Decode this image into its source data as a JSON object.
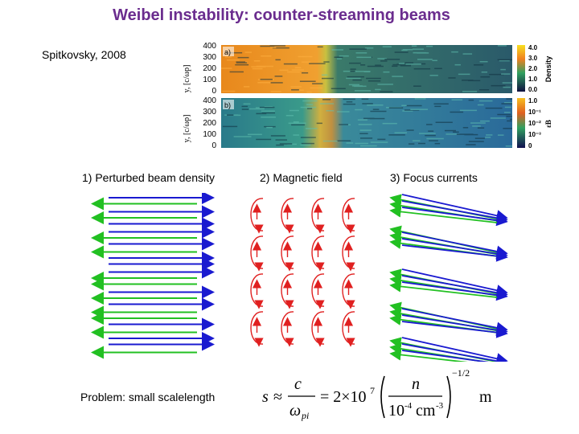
{
  "title": "Weibel instability:  counter-streaming beams",
  "citation": "Spitkovsky, 2008",
  "figure": {
    "panel_a": "a)",
    "panel_b": "b)",
    "y_axis_label": "y, [c/ωp]",
    "y_ticks": [
      "400",
      "300",
      "200",
      "100",
      "0"
    ],
    "colorbar_top": {
      "ticks": [
        "4.0",
        "3.0",
        "2.0",
        "1.0",
        "0.0"
      ],
      "label": "Density"
    },
    "colorbar_bottom": {
      "ticks": [
        "1.0",
        "10⁻¹",
        "10⁻²",
        "10⁻³",
        "0"
      ],
      "label": "εB"
    }
  },
  "panels": {
    "p1": "1) Perturbed beam density",
    "p2": "2) Magnetic field",
    "p3": "3) Focus currents"
  },
  "problem": "Problem:  small scalelength",
  "formula": {
    "s": "s",
    "approx": "≈",
    "c": "c",
    "omega": "ω",
    "pi": "pi",
    "equals": "= 2×10",
    "exp7": "7",
    "n": "n",
    "density": "10",
    "density_exp": "-4",
    "density_unit": "cm",
    "density_unit_exp": "-3",
    "power": "−1/2",
    "unit": "m"
  },
  "colors": {
    "title": "#6a2c8e",
    "beam_right": "#1a1ad0",
    "beam_left": "#22c022",
    "field": "#e02020"
  }
}
